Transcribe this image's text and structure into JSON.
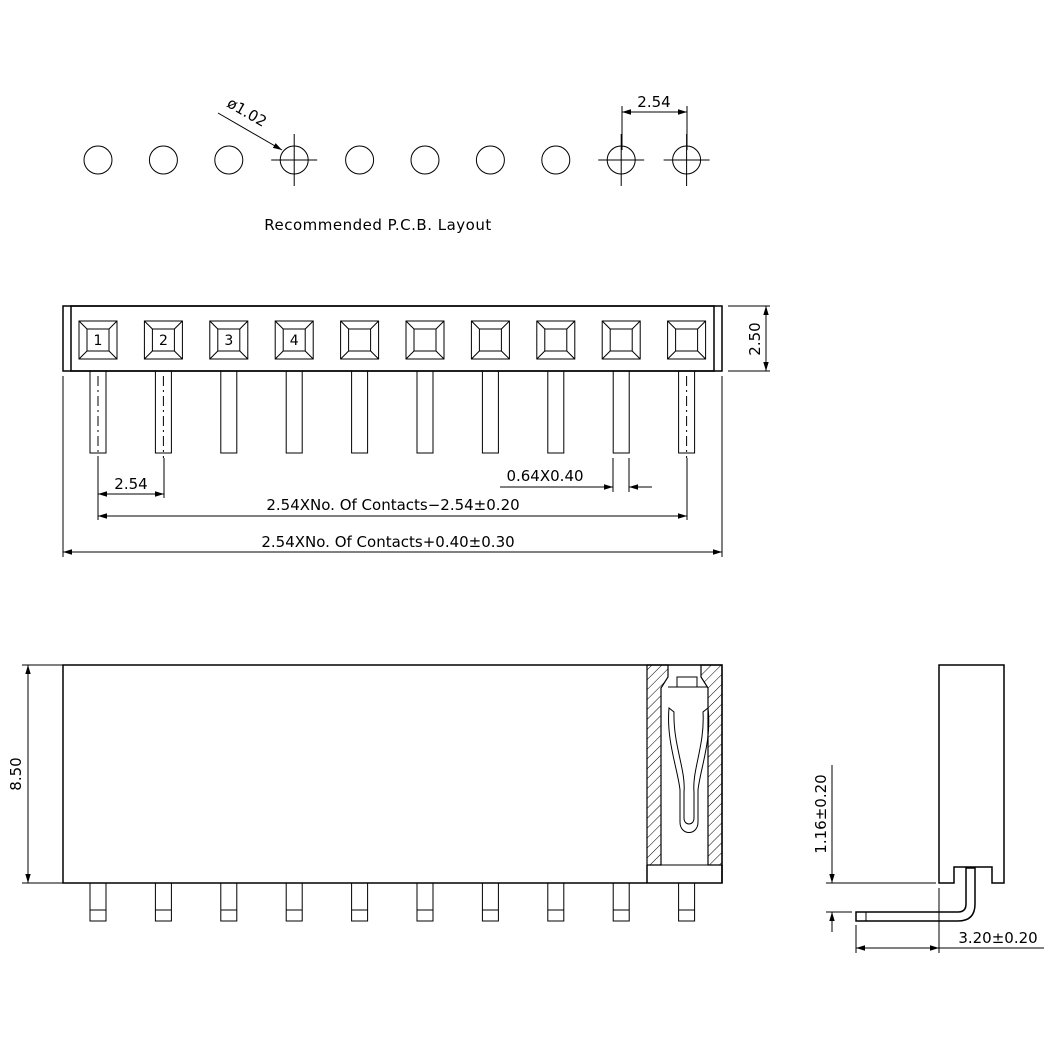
{
  "pcb": {
    "title": "Recommended  P.C.B.  Layout",
    "hole_diameter": "ø1.02",
    "pitch": "2.54",
    "hole_count": 10,
    "crosshair_holes": [
      3,
      8,
      9
    ]
  },
  "top_view": {
    "pin_labels": [
      "1",
      "2",
      "3",
      "4"
    ],
    "pin_count": 10,
    "height_dim": "2.50",
    "pitch_dim": "2.54",
    "pin_size_dim": "0.64X0.40",
    "span_dim": "2.54XNo.  Of  Contacts−2.54±0.20",
    "overall_dim": "2.54XNo.  Of  Contacts+0.40±0.30"
  },
  "front_view": {
    "height_dim": "8.50",
    "pin_count": 10
  },
  "side_view": {
    "standoff_dim": "1.16±0.20",
    "pin_length_dim": "3.20±0.20"
  }
}
